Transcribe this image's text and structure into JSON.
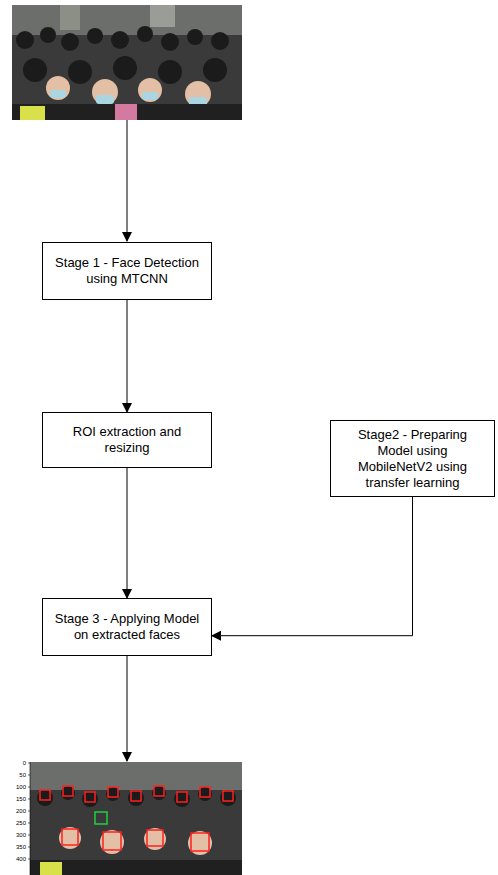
{
  "diagram": {
    "nodes": [
      {
        "text": [
          "Stage 1 - Face Detection using MTCNN"
        ]
      },
      {
        "text": [
          "ROI extraction and resizing"
        ]
      },
      {
        "text": [
          "Stage2 - Preparing Model using MobileNetV2 using transfer learning"
        ]
      },
      {
        "text": [
          "Stage 3 - Applying Model on extracted faces"
        ]
      }
    ],
    "edges": [
      {
        "from": 0,
        "to": 1,
        "arrow": "to"
      },
      {
        "from": 1,
        "to": 3,
        "arrow": "to"
      },
      {
        "from": 2,
        "to": 3,
        "arrow": "to"
      }
    ],
    "labels": [
      "0",
      "50",
      "100",
      "150",
      "200",
      "250",
      "300",
      "350",
      "400"
    ]
  }
}
